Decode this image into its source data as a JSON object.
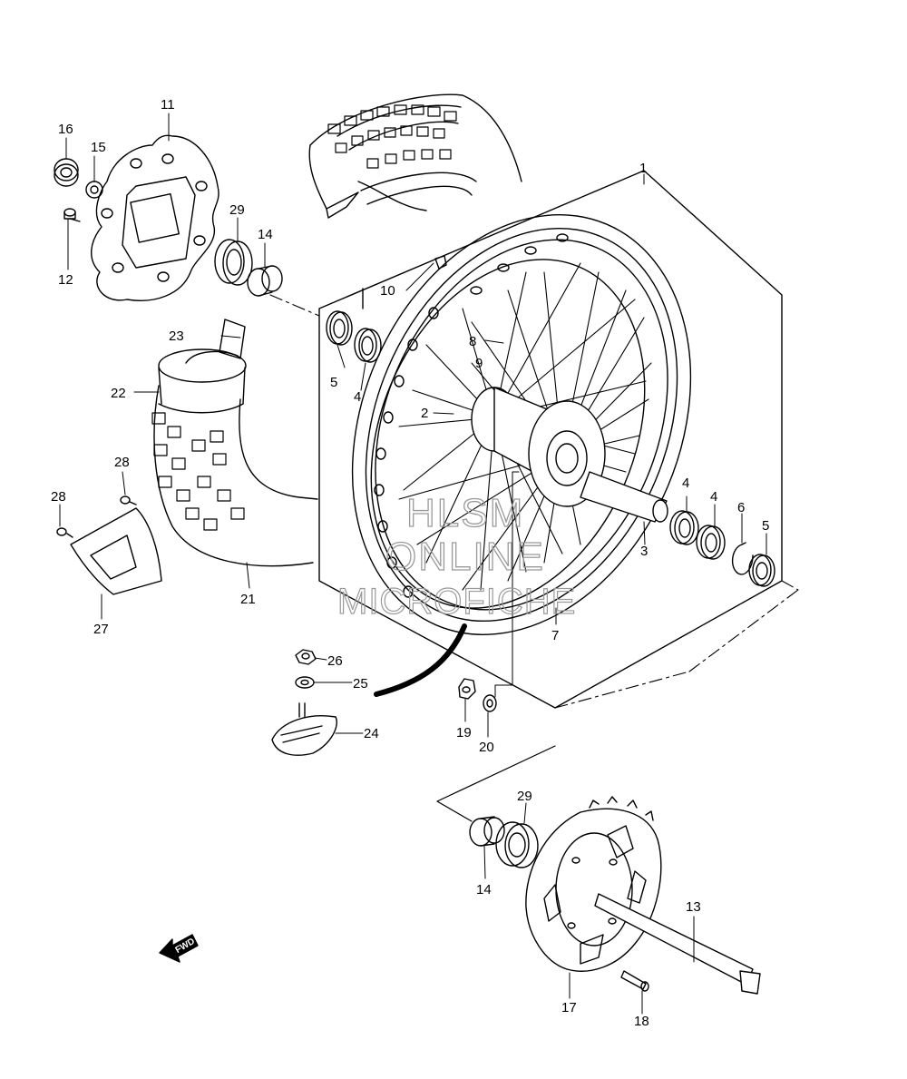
{
  "labels": {
    "p1": "1",
    "p2": "2",
    "p3": "3",
    "p4a": "4",
    "p4b": "4",
    "p4c": "4",
    "p5a": "5",
    "p5b": "5",
    "p6": "6",
    "p7": "7",
    "p8": "8",
    "p9": "9",
    "p10": "10",
    "p11": "11",
    "p12": "12",
    "p13": "13",
    "p14a": "14",
    "p14b": "14",
    "p15": "15",
    "p16": "16",
    "p17": "17",
    "p18": "18",
    "p19": "19",
    "p20": "20",
    "p21": "21",
    "p22": "22",
    "p23": "23",
    "p24": "24",
    "p25": "25",
    "p26": "26",
    "p27": "27",
    "p28a": "28",
    "p28b": "28",
    "p29a": "29",
    "p29b": "29"
  },
  "watermark": {
    "line1": "HLSM",
    "line2": "ONLINE",
    "line3": "MICROFICHE"
  },
  "fwd_label": "FWD",
  "colors": {
    "line": "#000000",
    "watermark": "#9a9a9a",
    "background": "#ffffff"
  }
}
